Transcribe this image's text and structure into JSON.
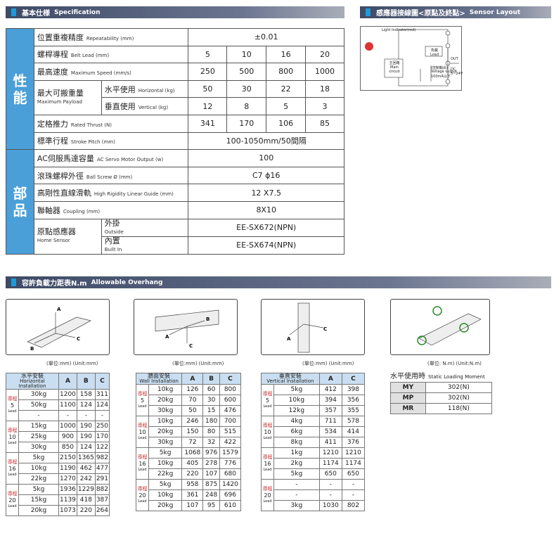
{
  "spec": {
    "header": "基本仕様",
    "header_en": "Specification",
    "rows": {
      "rep": {
        "zh": "位置重複精度",
        "en": "Repeatability (mm)",
        "val": "±0.01"
      },
      "lead": {
        "zh": "螺桿導程",
        "en": "Belt Lead (mm)",
        "vals": [
          "5",
          "10",
          "16",
          "20"
        ]
      },
      "speed": {
        "zh": "最高速度",
        "en": "Maximum Speed (mm/s)",
        "vals": [
          "250",
          "500",
          "800",
          "1000"
        ]
      },
      "payload": {
        "zh": "最大可搬重量",
        "en": "Maximum Payload",
        "h_zh": "水平使用",
        "h_en": "Horizontal (kg)",
        "h_vals": [
          "50",
          "30",
          "22",
          "18"
        ],
        "v_zh": "垂直使用",
        "v_en": "Vertical (kg)",
        "v_vals": [
          "12",
          "8",
          "5",
          "3"
        ]
      },
      "thrust": {
        "zh": "定格推力",
        "en": "Rated Thrust (N)",
        "vals": [
          "341",
          "170",
          "106",
          "85"
        ]
      },
      "stroke": {
        "zh": "標準行程",
        "en": "Stroke Pitch (mm)",
        "val": "100-1050mm/50間隔"
      },
      "motor": {
        "zh": "AC伺服馬達容量",
        "en": "AC Servo Motor Output (w)",
        "val": "100"
      },
      "screw": {
        "zh": "滾珠螺桿外徑",
        "en": "Ball Screw Ø (mm)",
        "val": "C7 ϕ16"
      },
      "guide": {
        "zh": "高剛性直線滑軌",
        "en": "High Rigidity Linear Guide (mm)",
        "val": "12 X7.5"
      },
      "coupling": {
        "zh": "聯軸器",
        "en": "Coupling (mm)",
        "val": "8X10"
      },
      "sensor": {
        "zh": "原點感應器",
        "en": "Home Sensor",
        "out_zh": "外掛",
        "out_en": "Outside",
        "out_val": "EE-SX672(NPN)",
        "in_zh": "內置",
        "in_en": "Built In",
        "in_val": "EE-SX674(NPN)"
      }
    },
    "side1": [
      "性",
      "能"
    ],
    "side2": [
      "部",
      "品"
    ]
  },
  "sensor_layout": {
    "header": "感應器接線圖<原點及終點>",
    "header_en": "Sensor Layout",
    "labels": {
      "indicator": "Light Indicator(red)",
      "main": "主回路",
      "main_en": "Main circuit",
      "load": "負載",
      "load_en": "Load",
      "out": "OUT",
      "vout": "Voltage output",
      "ma": "100mA以下",
      "dc": "DC 5~24V",
      "ctrl": "(控制輸出)"
    }
  },
  "overhang": {
    "header": "容許負載力距表N.m",
    "header_en": "Allowable Overhang",
    "unit": "(單位:mm) (Unit:mm)",
    "unit2": "(單位: N.m) (Unit:N.m)",
    "cols": [
      "A",
      "B",
      "C"
    ],
    "lead_word": "導程",
    "lead_en": "Lead",
    "horizontal": {
      "title": "水平安裝",
      "title_en": "Horizontal Installation",
      "groups": [
        {
          "lead": "5",
          "rows": [
            [
              "30kg",
              "1200",
              "158",
              "311"
            ],
            [
              "50kg",
              "1100",
              "124",
              "124"
            ],
            [
              "-",
              "-",
              "-",
              "-"
            ]
          ]
        },
        {
          "lead": "10",
          "rows": [
            [
              "15kg",
              "1000",
              "190",
              "250"
            ],
            [
              "25kg",
              "900",
              "190",
              "170"
            ],
            [
              "30kg",
              "850",
              "124",
              "122"
            ]
          ]
        },
        {
          "lead": "16",
          "rows": [
            [
              "5kg",
              "2150",
              "1365",
              "982"
            ],
            [
              "10kg",
              "1190",
              "462",
              "477"
            ],
            [
              "22kg",
              "1270",
              "242",
              "291"
            ]
          ]
        },
        {
          "lead": "20",
          "rows": [
            [
              "5kg",
              "1936",
              "1229",
              "882"
            ],
            [
              "15kg",
              "1139",
              "418",
              "387"
            ],
            [
              "20kg",
              "1073",
              "220",
              "264"
            ]
          ]
        }
      ]
    },
    "wall": {
      "title": "牆面安裝",
      "title_en": "Wall Installation",
      "groups": [
        {
          "lead": "5",
          "rows": [
            [
              "10kg",
              "126",
              "60",
              "800"
            ],
            [
              "20kg",
              "70",
              "30",
              "600"
            ],
            [
              "30kg",
              "50",
              "15",
              "476"
            ]
          ]
        },
        {
          "lead": "10",
          "rows": [
            [
              "10kg",
              "246",
              "180",
              "700"
            ],
            [
              "20kg",
              "150",
              "80",
              "515"
            ],
            [
              "30kg",
              "72",
              "32",
              "422"
            ]
          ]
        },
        {
          "lead": "16",
          "rows": [
            [
              "5kg",
              "1068",
              "976",
              "1579"
            ],
            [
              "10kg",
              "405",
              "278",
              "776"
            ],
            [
              "22kg",
              "220",
              "107",
              "680"
            ]
          ]
        },
        {
          "lead": "20",
          "rows": [
            [
              "5kg",
              "958",
              "875",
              "1420"
            ],
            [
              "10kg",
              "361",
              "248",
              "696"
            ],
            [
              "20kg",
              "107",
              "95",
              "610"
            ]
          ]
        }
      ]
    },
    "vertical": {
      "title": "垂直安裝",
      "title_en": "Vertical Installation",
      "cols": [
        "A",
        "C"
      ],
      "groups": [
        {
          "lead": "5",
          "rows": [
            [
              "5kg",
              "412",
              "398"
            ],
            [
              "10kg",
              "394",
              "356"
            ],
            [
              "12kg",
              "357",
              "355"
            ]
          ]
        },
        {
          "lead": "10",
          "rows": [
            [
              "4kg",
              "711",
              "578"
            ],
            [
              "6kg",
              "534",
              "414"
            ],
            [
              "8kg",
              "411",
              "376"
            ]
          ]
        },
        {
          "lead": "16",
          "rows": [
            [
              "1kg",
              "1210",
              "1210"
            ],
            [
              "2kg",
              "1174",
              "1174"
            ],
            [
              "5kg",
              "650",
              "650"
            ]
          ]
        },
        {
          "lead": "20",
          "rows": [
            [
              "-",
              "-",
              "-"
            ],
            [
              "-",
              "-",
              "-"
            ],
            [
              "3kg",
              "1030",
              "802"
            ]
          ]
        }
      ]
    },
    "static": {
      "title": "水平使用時",
      "title_en": "Static Loading Moment",
      "rows": [
        [
          "MY",
          "302(N)"
        ],
        [
          "MP",
          "302(N)"
        ],
        [
          "MR",
          "118(N)"
        ]
      ]
    }
  }
}
